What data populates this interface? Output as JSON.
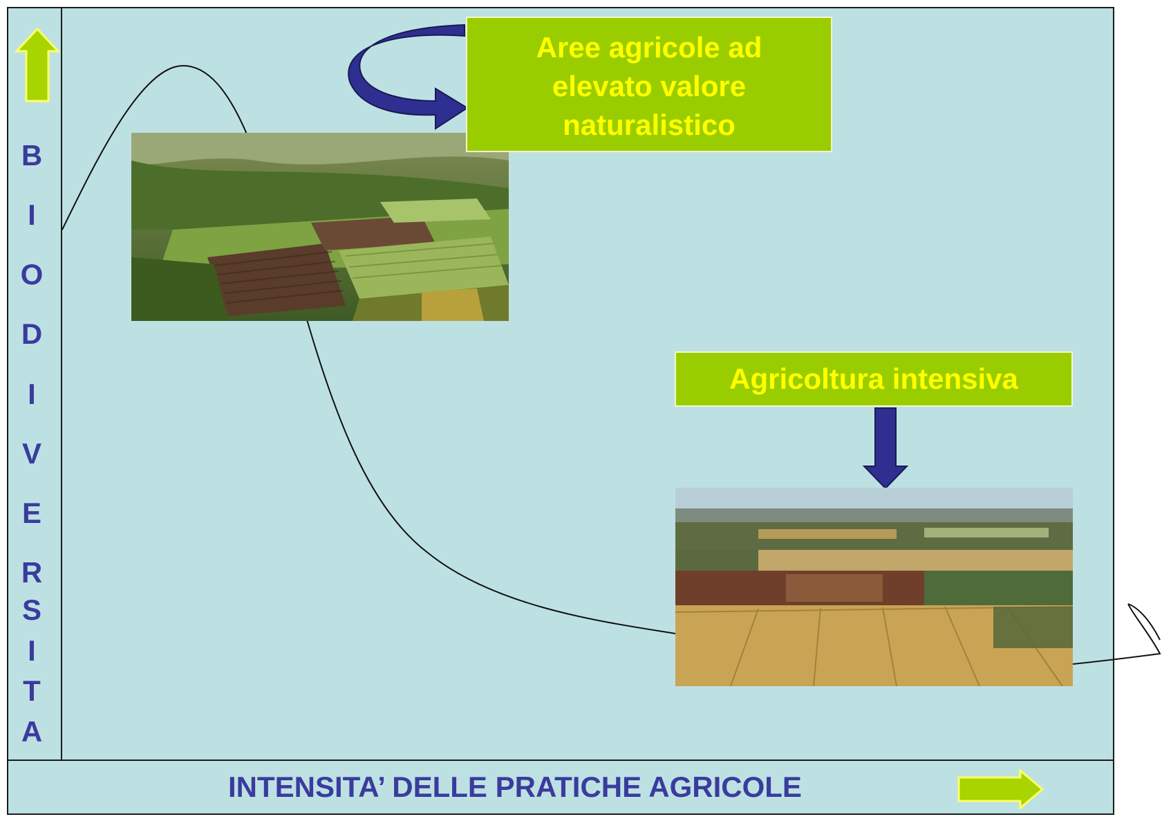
{
  "axes": {
    "y_letters": [
      "B",
      "I",
      "O",
      "D",
      "I",
      "V",
      "E",
      "R",
      "S",
      "I",
      "T",
      "A"
    ],
    "x_label": "INTENSITA’ DELLE PRATICHE AGRICOLE"
  },
  "callouts": {
    "high_value": {
      "lines": [
        "Aree agricole ad",
        "elevato valore",
        "naturalistico"
      ]
    },
    "intensive": "Agricoltura intensiva"
  },
  "photos": {
    "hill_farm": "photo-terraced-fields",
    "plain_farm": "photo-intensive-plain"
  },
  "colors": {
    "panel_bg": "#bde1e3",
    "label_box": "#9acd00",
    "label_text": "#ffff00",
    "axis_text": "#3b3b9e",
    "arrow_blue": "#2d2d8e",
    "arrow_green": "#a8d400"
  }
}
